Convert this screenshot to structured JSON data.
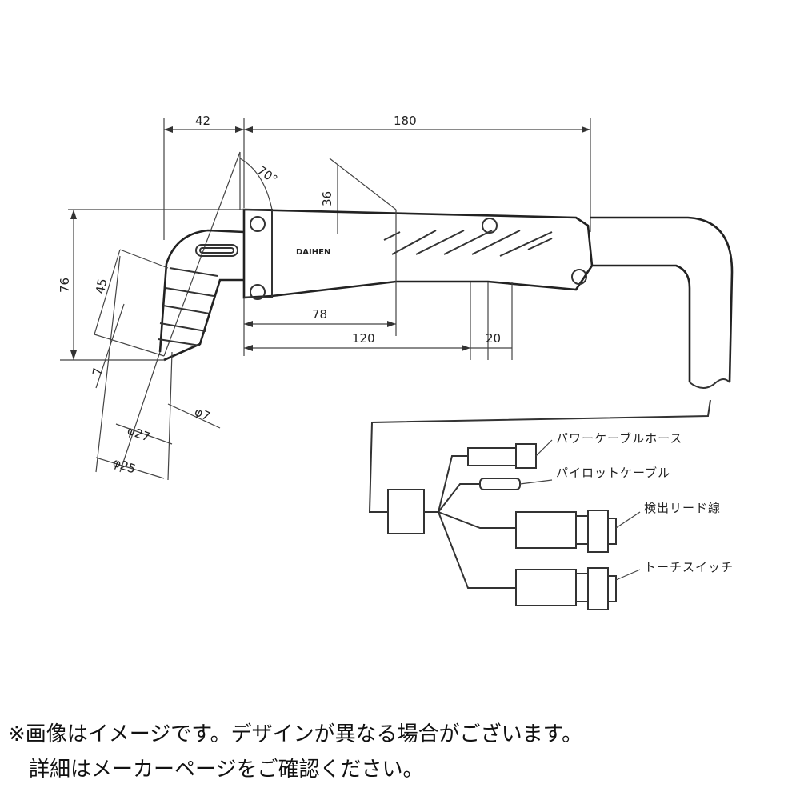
{
  "dimensions": {
    "d42": "42",
    "d180": "180",
    "d70deg": "70°",
    "d36": "36",
    "d76": "76",
    "d45": "45",
    "d7": "7",
    "d78": "78",
    "d120": "120",
    "d20": "20",
    "phi7": "φ7",
    "phi27": "φ27",
    "phi25": "φ25"
  },
  "brand": "DAIHEN",
  "callouts": {
    "power_cable_hose": "パワーケーブルホース",
    "pilot_cable": "パイロットケーブル",
    "detection_lead": "検出リード線",
    "torch_switch": "トーチスイッチ"
  },
  "disclaimer": {
    "line1": "※画像はイメージです。デザインが異なる場合がございます。",
    "line2": "　詳細はメーカーページをご確認ください。"
  }
}
